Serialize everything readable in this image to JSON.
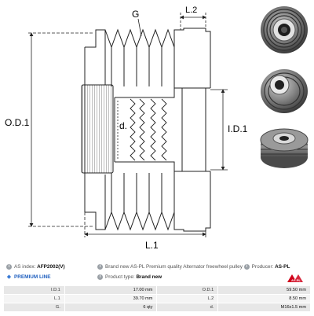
{
  "diagram": {
    "labels": {
      "g": "G",
      "l2": "L.2",
      "od1": "O.D.1",
      "id1": "I.D.1",
      "d": "d.",
      "l1": "L.1"
    }
  },
  "photos": [
    "pulley-photo-front",
    "pulley-photo-angled",
    "pulley-photo-side"
  ],
  "info": {
    "as_index_label": "AS index:",
    "as_index_value": "AFP2002(V)",
    "description": "Brand new AS-PL Premium quality Alternator freewheel pulley",
    "producer_label": "Producer:",
    "producer_value": "AS-PL",
    "premium_line": "PREMIUM LINE",
    "product_type_label": "Product type:",
    "product_type_value": "Brand new",
    "logo_text": "AS-PL",
    "logo_color": "#d0021b"
  },
  "specs": [
    {
      "k1": "I.D.1",
      "v1": "17.00 mm",
      "k2": "O.D.1",
      "v2": "59.50 mm"
    },
    {
      "k1": "L.1",
      "v1": "39.70 mm",
      "k2": "L.2",
      "v2": "8.50 mm"
    },
    {
      "k1": "G.",
      "v1": "6 qty",
      "k2": "d.",
      "v2": "M16x1.5 mm"
    }
  ]
}
